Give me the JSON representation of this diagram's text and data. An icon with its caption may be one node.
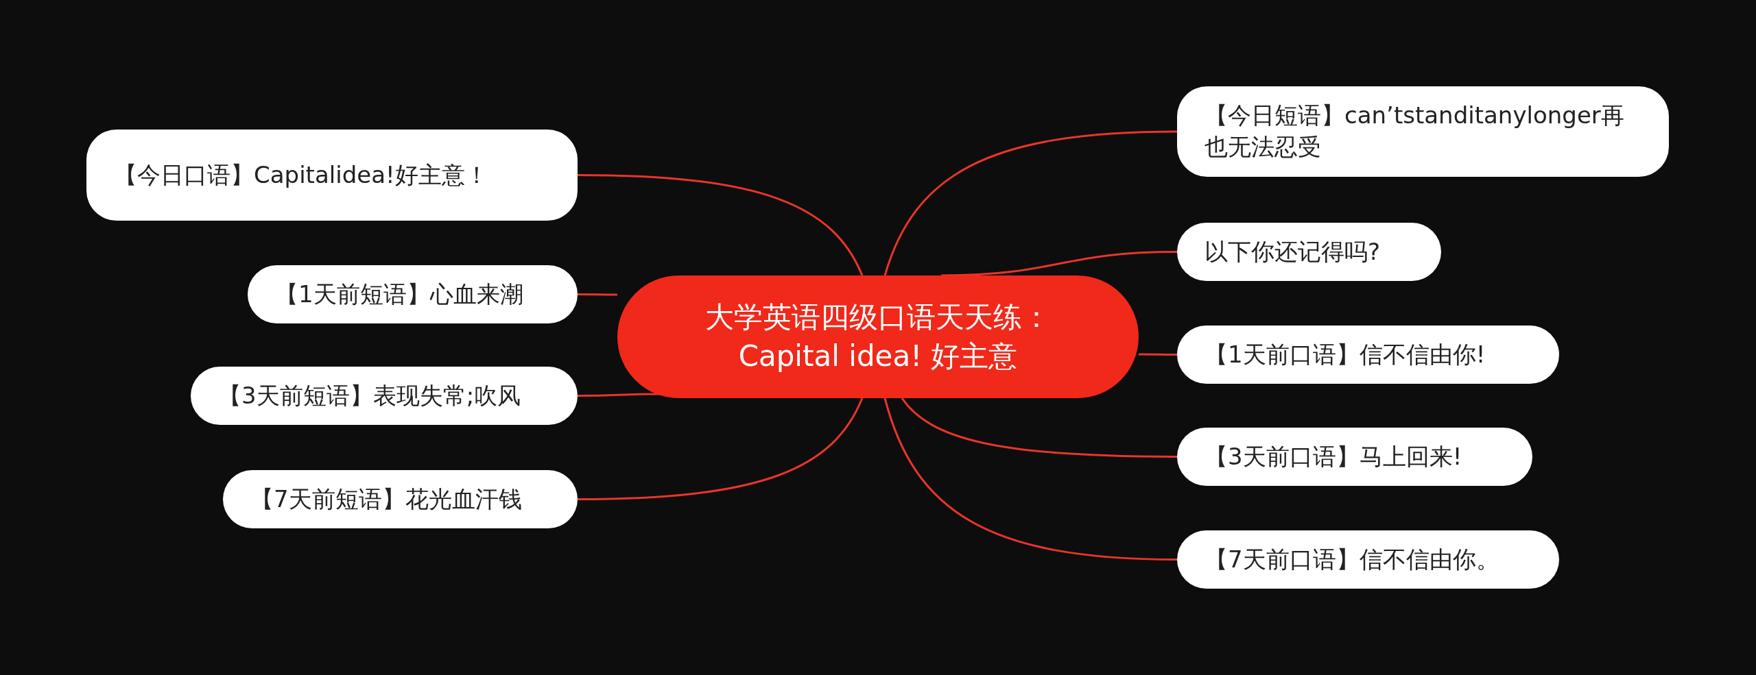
{
  "diagram": {
    "nodes": [
      {
        "text": [
          "大学英语四级口语天天练：Capital idea! 好主意"
        ]
      },
      {
        "text": [
          "【今日口语】Capitalidea!好主意！"
        ]
      },
      {
        "text": [
          "【1天前短语】心血来潮"
        ]
      },
      {
        "text": [
          "【3天前短语】表现失常;吹风"
        ]
      },
      {
        "text": [
          "【7天前短语】花光血汗钱"
        ]
      },
      {
        "text": [
          "【今日短语】can’tstanditanylonger再也无法忍受"
        ]
      },
      {
        "text": [
          "以下你还记得吗?"
        ]
      },
      {
        "text": [
          "【1天前口语】信不信由你!"
        ]
      },
      {
        "text": [
          "【3天前口语】马上回来!"
        ]
      },
      {
        "text": [
          "【7天前口语】信不信由你。"
        ]
      }
    ],
    "edges": [
      {
        "from": 0,
        "to": 1,
        "arrow": "none"
      },
      {
        "from": 0,
        "to": 2,
        "arrow": "none"
      },
      {
        "from": 0,
        "to": 3,
        "arrow": "none"
      },
      {
        "from": 0,
        "to": 4,
        "arrow": "none"
      },
      {
        "from": 0,
        "to": 5,
        "arrow": "none"
      },
      {
        "from": 0,
        "to": 6,
        "arrow": "none"
      },
      {
        "from": 0,
        "to": 7,
        "arrow": "none"
      },
      {
        "from": 0,
        "to": 8,
        "arrow": "none"
      },
      {
        "from": 0,
        "to": 9,
        "arrow": "none"
      }
    ]
  }
}
